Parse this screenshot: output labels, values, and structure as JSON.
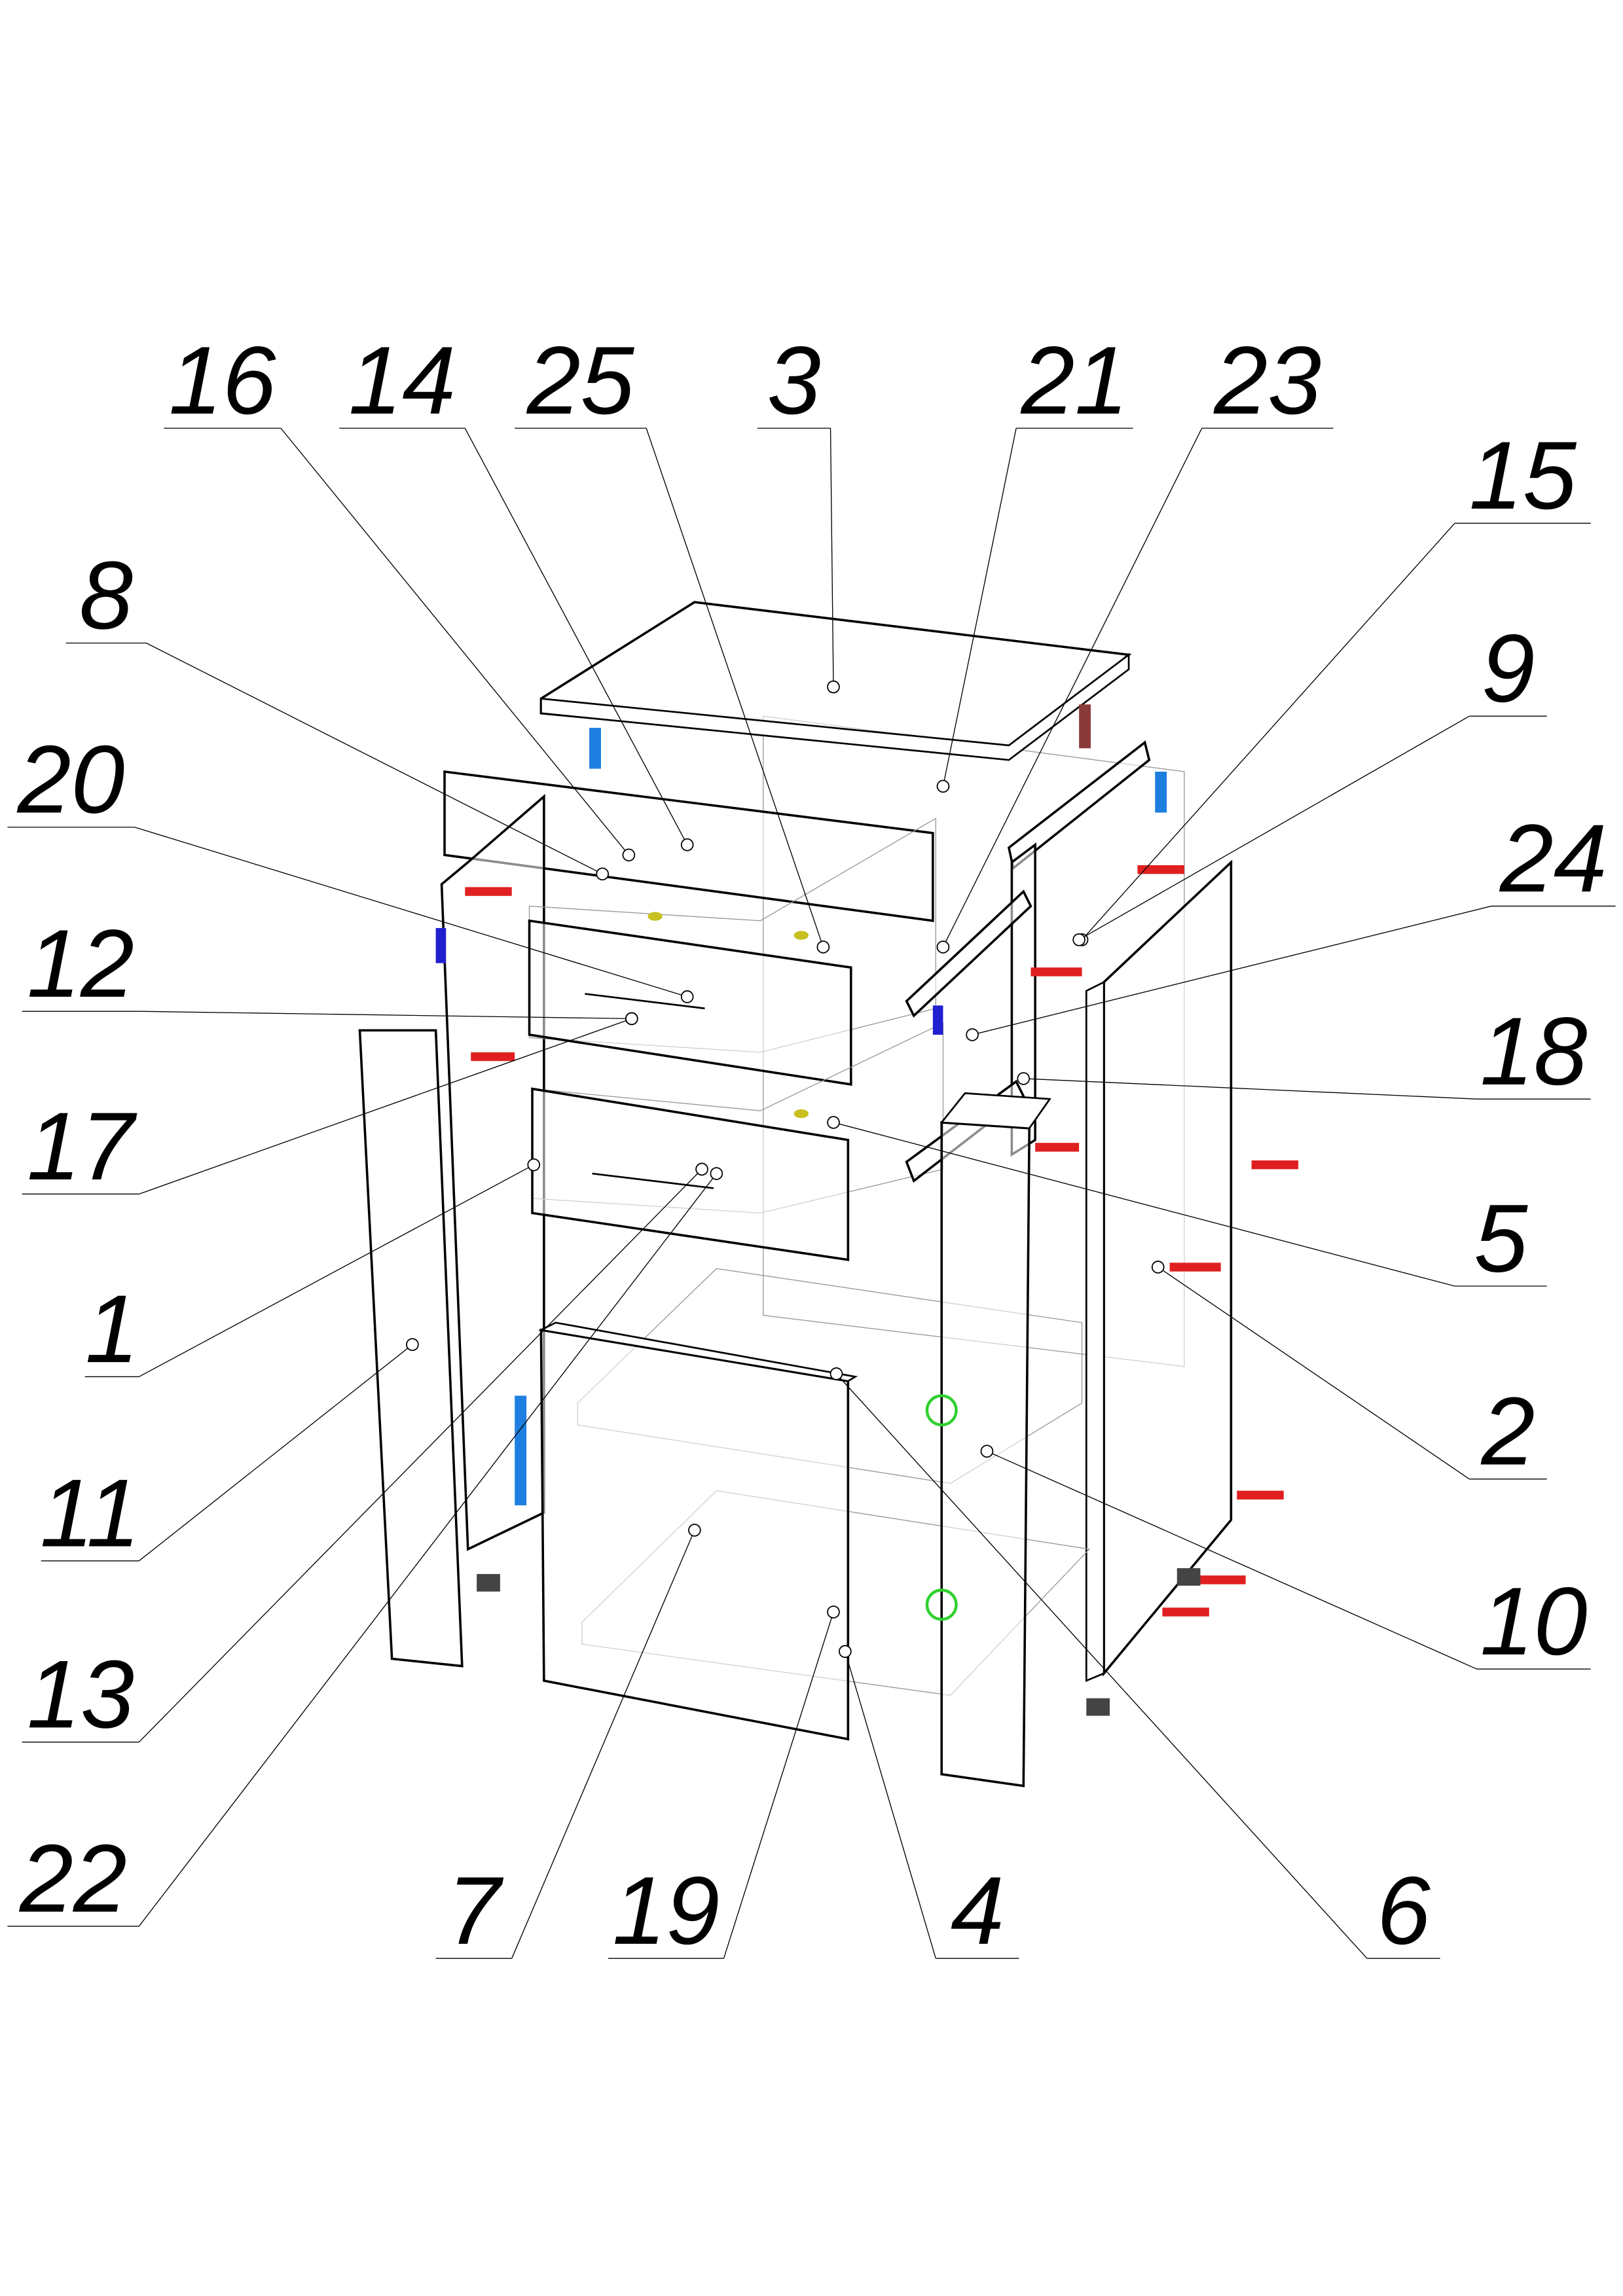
{
  "diagram": {
    "type": "exploded-assembly-drawing",
    "part_labels": [
      "16",
      "14",
      "25",
      "3",
      "21",
      "23",
      "15",
      "8",
      "9",
      "20",
      "24",
      "12",
      "18",
      "17",
      "5",
      "1",
      "2",
      "11",
      "10",
      "13",
      "22",
      "7",
      "19",
      "4",
      "6"
    ],
    "colors": {
      "line": "#000000",
      "confirmat": "#1e7fe0",
      "dowel": "#8b3a3a",
      "screw_red": "#e02020",
      "cam": "#2020d0",
      "guide_green": "#30d030",
      "pin_yellow": "#c8c020"
    }
  }
}
